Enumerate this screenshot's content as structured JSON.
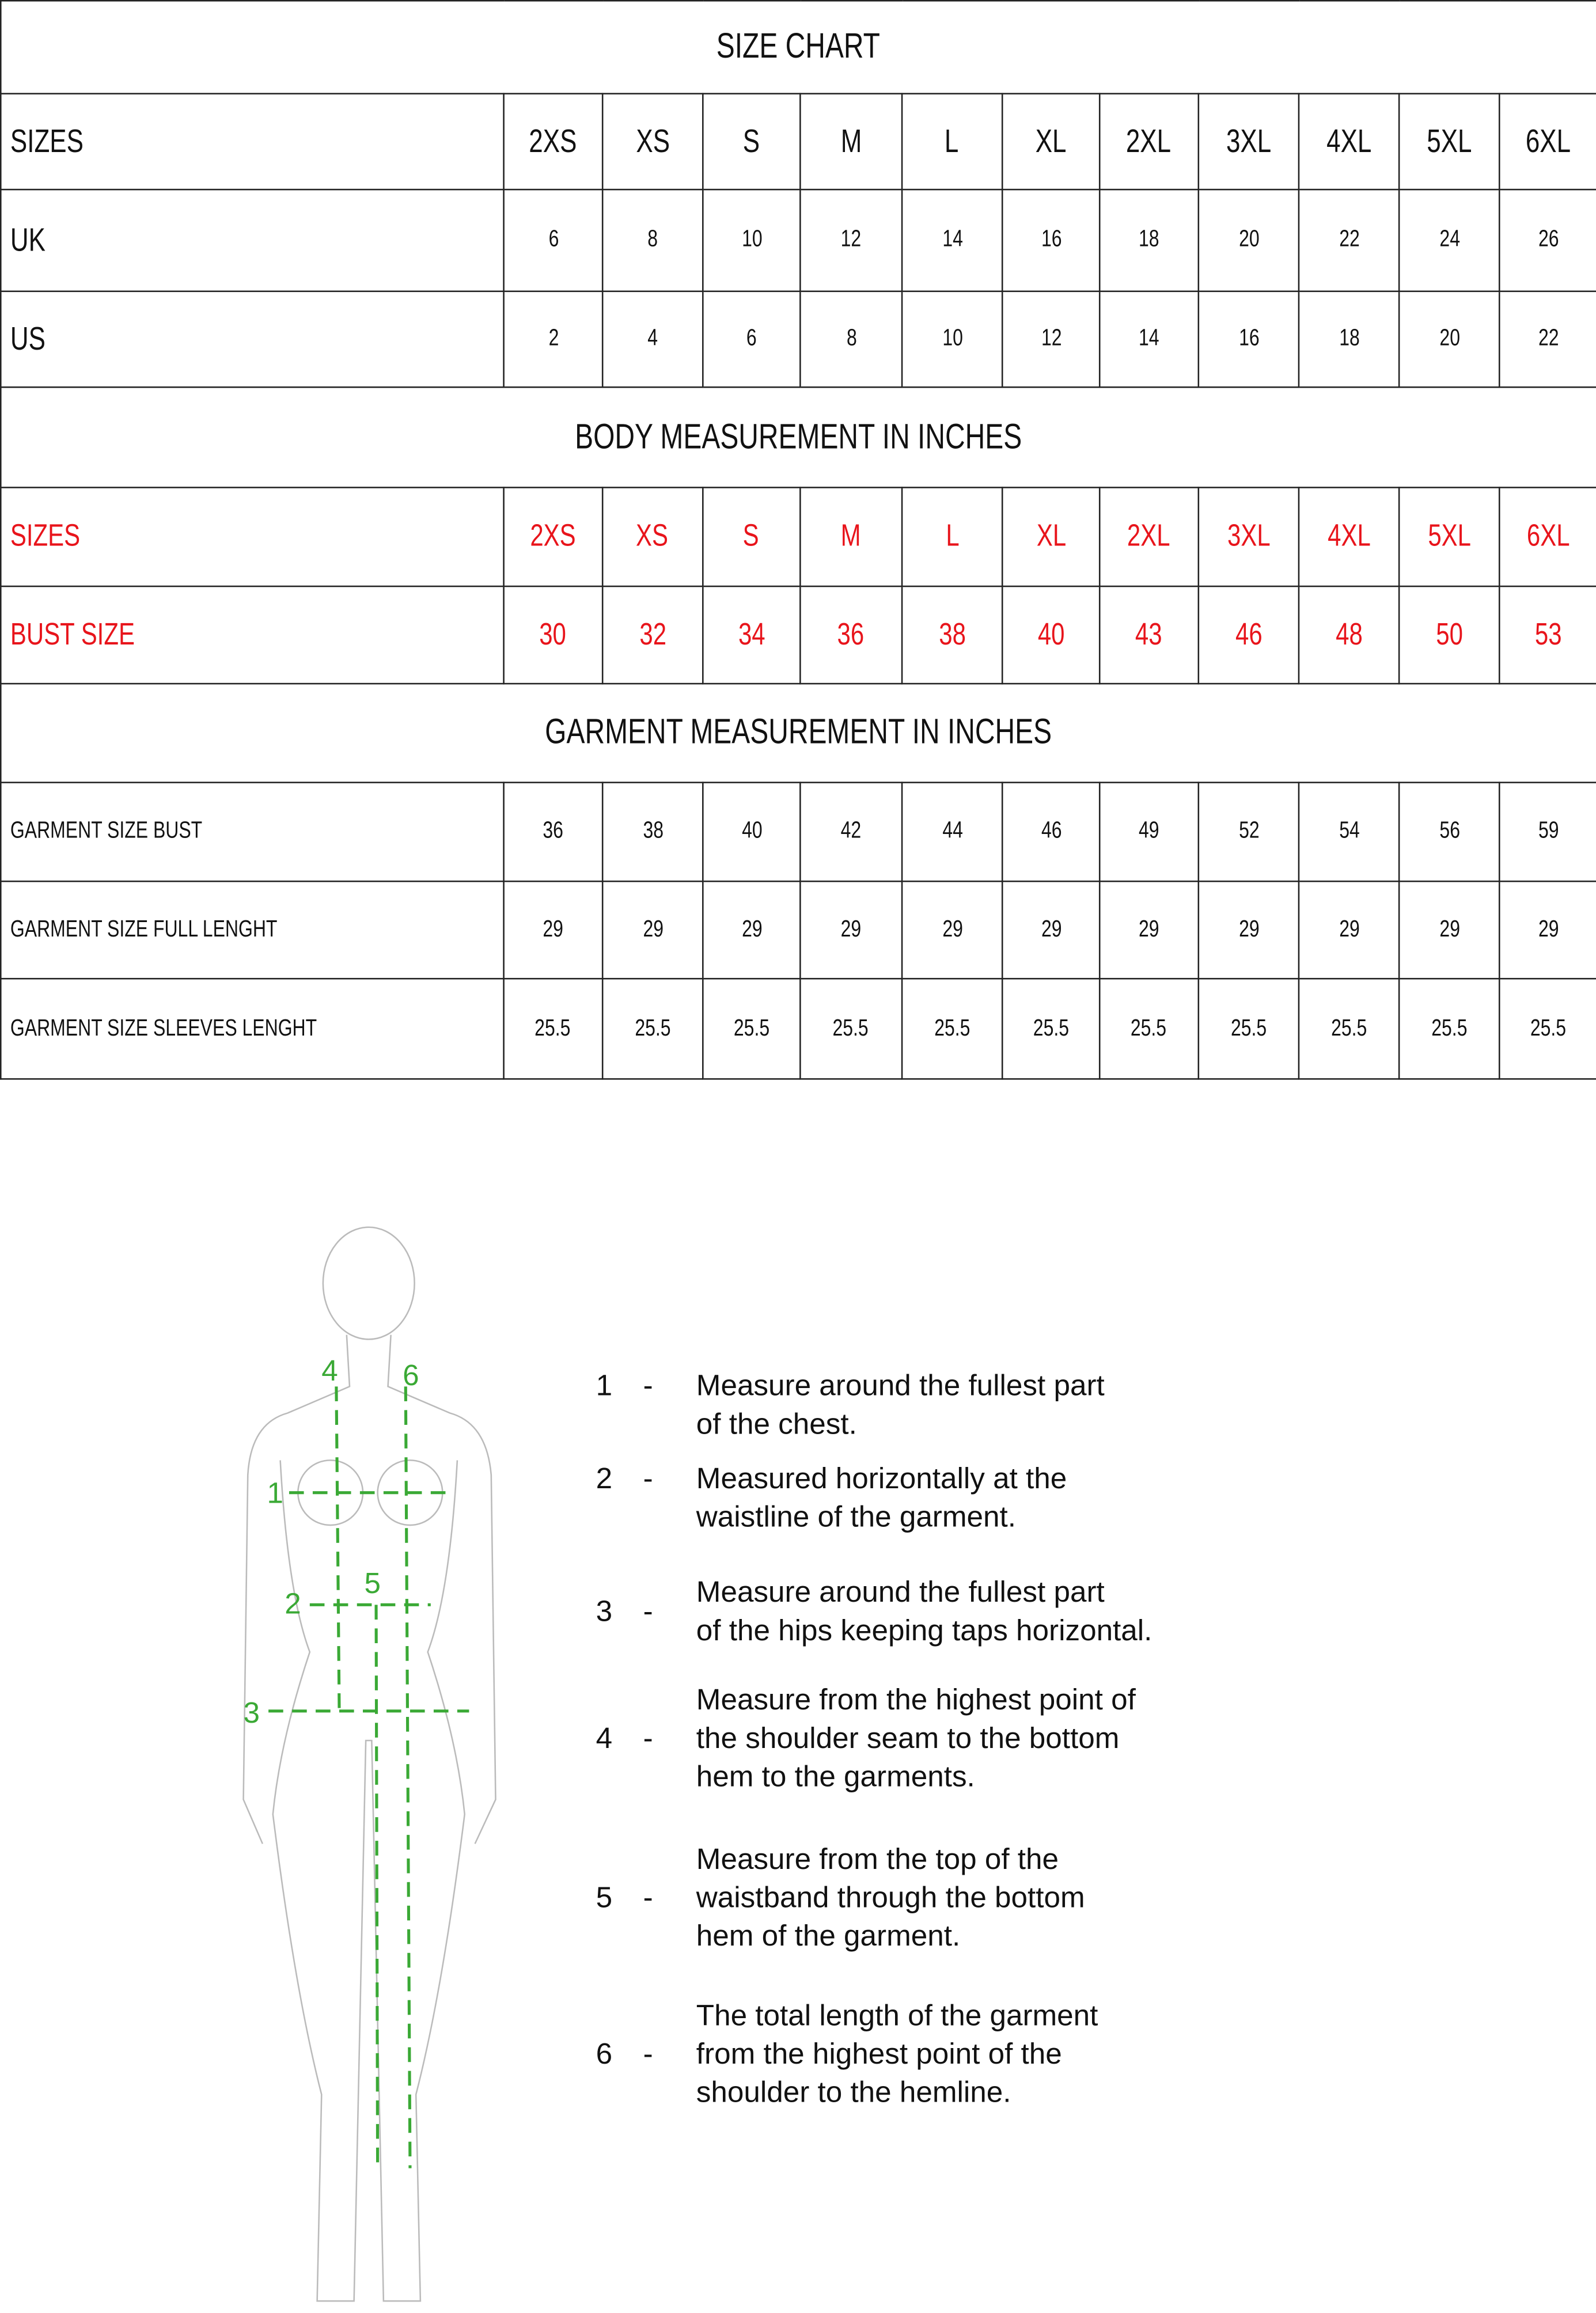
{
  "title": "SIZE CHART",
  "sizes_label": "SIZES",
  "sizes": [
    "2XS",
    "XS",
    "S",
    "M",
    "L",
    "XL",
    "2XL",
    "3XL",
    "4XL",
    "5XL",
    "6XL"
  ],
  "uk": {
    "label": "UK",
    "values": [
      "6",
      "8",
      "10",
      "12",
      "14",
      "16",
      "18",
      "20",
      "22",
      "24",
      "26"
    ]
  },
  "us": {
    "label": "US",
    "values": [
      "2",
      "4",
      "6",
      "8",
      "10",
      "12",
      "14",
      "16",
      "18",
      "20",
      "22"
    ]
  },
  "body_title": "BODY MEASUREMENT IN INCHES",
  "bust": {
    "label": "BUST SIZE",
    "values": [
      "30",
      "32",
      "34",
      "36",
      "38",
      "40",
      "43",
      "46",
      "48",
      "50",
      "53"
    ]
  },
  "garment_title": "GARMENT MEASUREMENT IN INCHES",
  "garment_bust": {
    "label": "GARMENT SIZE BUST",
    "values": [
      "36",
      "38",
      "40",
      "42",
      "44",
      "46",
      "49",
      "52",
      "54",
      "56",
      "59"
    ]
  },
  "garment_length": {
    "label": "GARMENT SIZE FULL LENGHT",
    "values": [
      "29",
      "29",
      "29",
      "29",
      "29",
      "29",
      "29",
      "29",
      "29",
      "29",
      "29"
    ]
  },
  "garment_sleeves": {
    "label": "GARMENT SIZE SLEEVES LENGHT",
    "values": [
      "25.5",
      "25.5",
      "25.5",
      "25.5",
      "25.5",
      "25.5",
      "25.5",
      "25.5",
      "25.5",
      "25.5",
      "25.5"
    ]
  },
  "colors": {
    "red": "#e8141b",
    "green": "#3aa935"
  },
  "figure_labels": [
    "1",
    "2",
    "3",
    "4",
    "5",
    "6"
  ],
  "steps": [
    {
      "num": "1",
      "dash": "-",
      "text": "Measure around the fullest part\nof the chest."
    },
    {
      "num": "2",
      "dash": "-",
      "text": "Measured horizontally at the\nwaistline of the garment."
    },
    {
      "num": "3",
      "dash": "-",
      "text": "Measure around the fullest part\nof the hips keeping taps horizontal."
    },
    {
      "num": "4",
      "dash": "-",
      "text": "Measure from the highest point of\nthe shoulder seam to the bottom\nhem to the garments."
    },
    {
      "num": "5",
      "dash": "-",
      "text": "Measure from the top of the\nwaistband through the bottom\nhem of the garment."
    },
    {
      "num": "6",
      "dash": "-",
      "text": "The total length of the garment\nfrom the highest point of the\nshoulder to the hemline."
    }
  ]
}
